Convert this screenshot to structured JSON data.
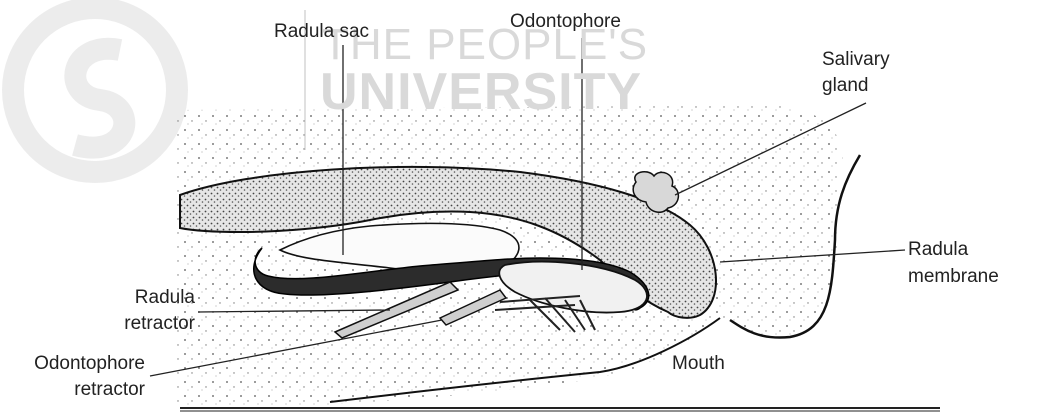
{
  "watermark": {
    "line1": "THE PEOPLE'S",
    "line2": "UNIVERSITY"
  },
  "labels": {
    "radula_sac": "Radula sac",
    "odontophore": "Odontophore",
    "salivary_gland": [
      "Salivary",
      "gland"
    ],
    "radula_membrane": [
      "Radula",
      "membrane"
    ],
    "radula_retractor": [
      "Radula",
      "retractor"
    ],
    "odontophore_retractor": [
      "Odontophore",
      "retractor"
    ],
    "mouth": "Mouth"
  }
}
